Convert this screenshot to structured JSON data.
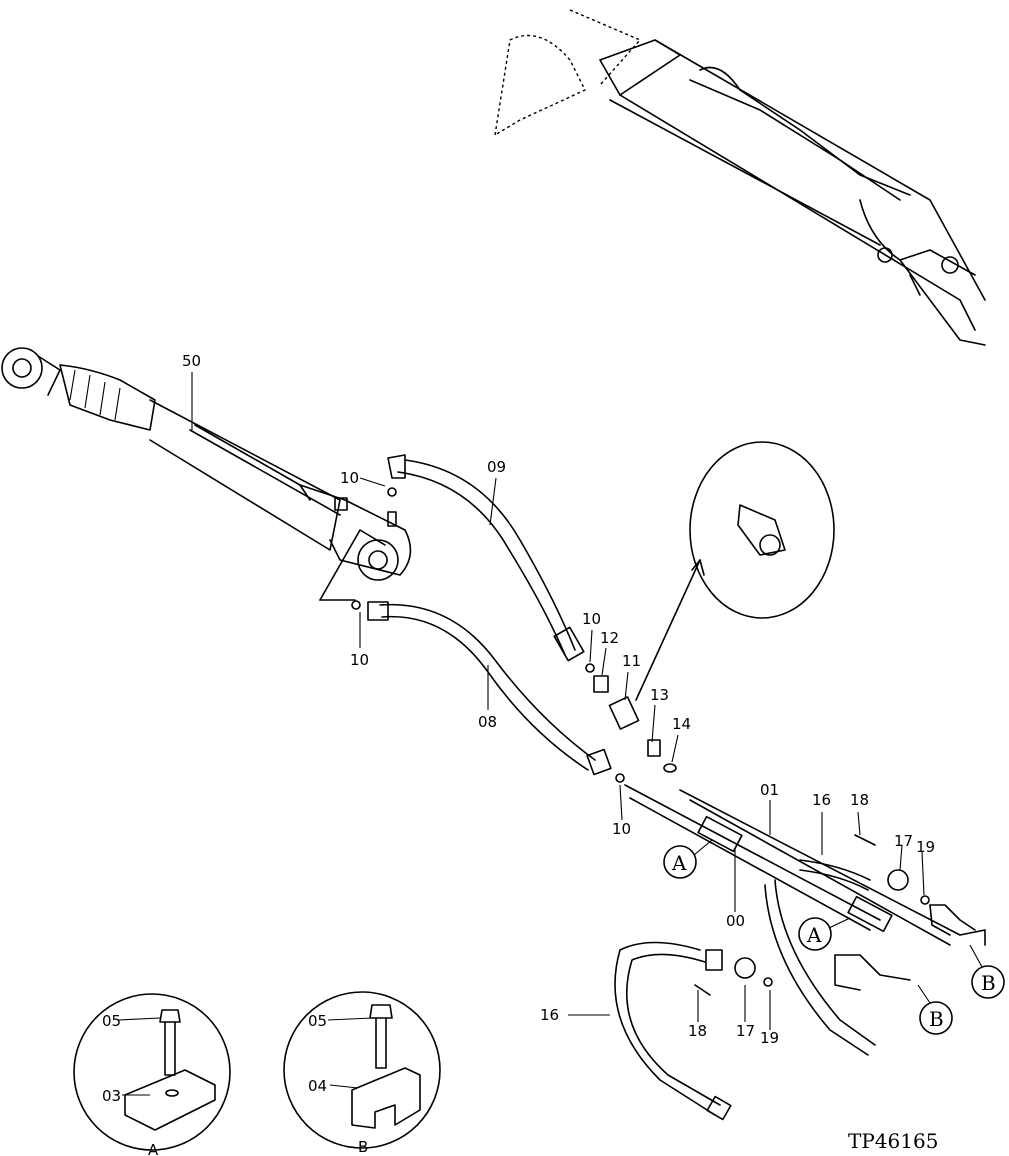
{
  "reference_code": "TP46165",
  "part_labels": {
    "p50": "50",
    "p09": "09",
    "p08": "08",
    "p10a": "10",
    "p10b": "10",
    "p10c": "10",
    "p10d": "10",
    "p12": "12",
    "p11": "11",
    "p13": "13",
    "p14": "14",
    "p01": "01",
    "p00": "00",
    "p16a": "16",
    "p16b": "16",
    "p18a": "18",
    "p18b": "18",
    "p17a": "17",
    "p17b": "17",
    "p19a": "19",
    "p19b": "19"
  },
  "callouts": {
    "a1": "A",
    "a2": "A",
    "b1": "B",
    "b2": "B"
  },
  "detail_a": {
    "bolt": "05",
    "clamp": "03",
    "caption": "A"
  },
  "detail_b": {
    "bolt": "05",
    "clamp": "04",
    "caption": "B"
  }
}
